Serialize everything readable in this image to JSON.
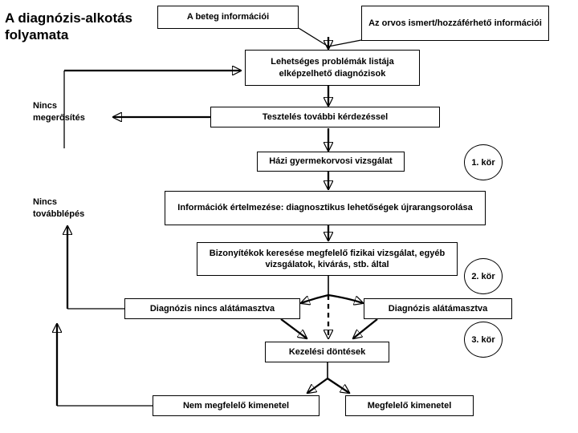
{
  "title": "A diagnózis-alkotás folyamata",
  "colors": {
    "stroke": "#000000",
    "background": "#ffffff",
    "text": "#000000"
  },
  "boxes": {
    "patient_info": "A beteg információi",
    "doctor_info": "Az orvos ismert/hozzáférhető információi",
    "problem_list": "Lehetséges problémák listája elképzelhető diagnózisok",
    "testing": "Tesztelés további kérdezéssel",
    "pediatric_exam": "Házi gyermekorvosi vizsgálat",
    "interpretation": "Információk értelmezése: diagnosztikus lehetőségek újrarangsorolása",
    "evidence": "Bizonyítékok keresése megfelelő fizikai vizsgálat, egyéb vizsgálatok, kivárás, stb. által",
    "diagnosis_unsupported": "Diagnózis nincs alátámasztva",
    "diagnosis_supported": "Diagnózis alátámasztva",
    "treatment_decisions": "Kezelési döntések",
    "bad_outcome": "Nem megfelelő kimenetel",
    "good_outcome": "Megfelelő kimenetel"
  },
  "circles": {
    "round1": "1. kör",
    "round2": "2. kör",
    "round3": "3. kör"
  },
  "side_labels": {
    "no_confirmation": "Nincs\nmegerősítés",
    "no_progress": "Nincs\ntovábblépés"
  }
}
